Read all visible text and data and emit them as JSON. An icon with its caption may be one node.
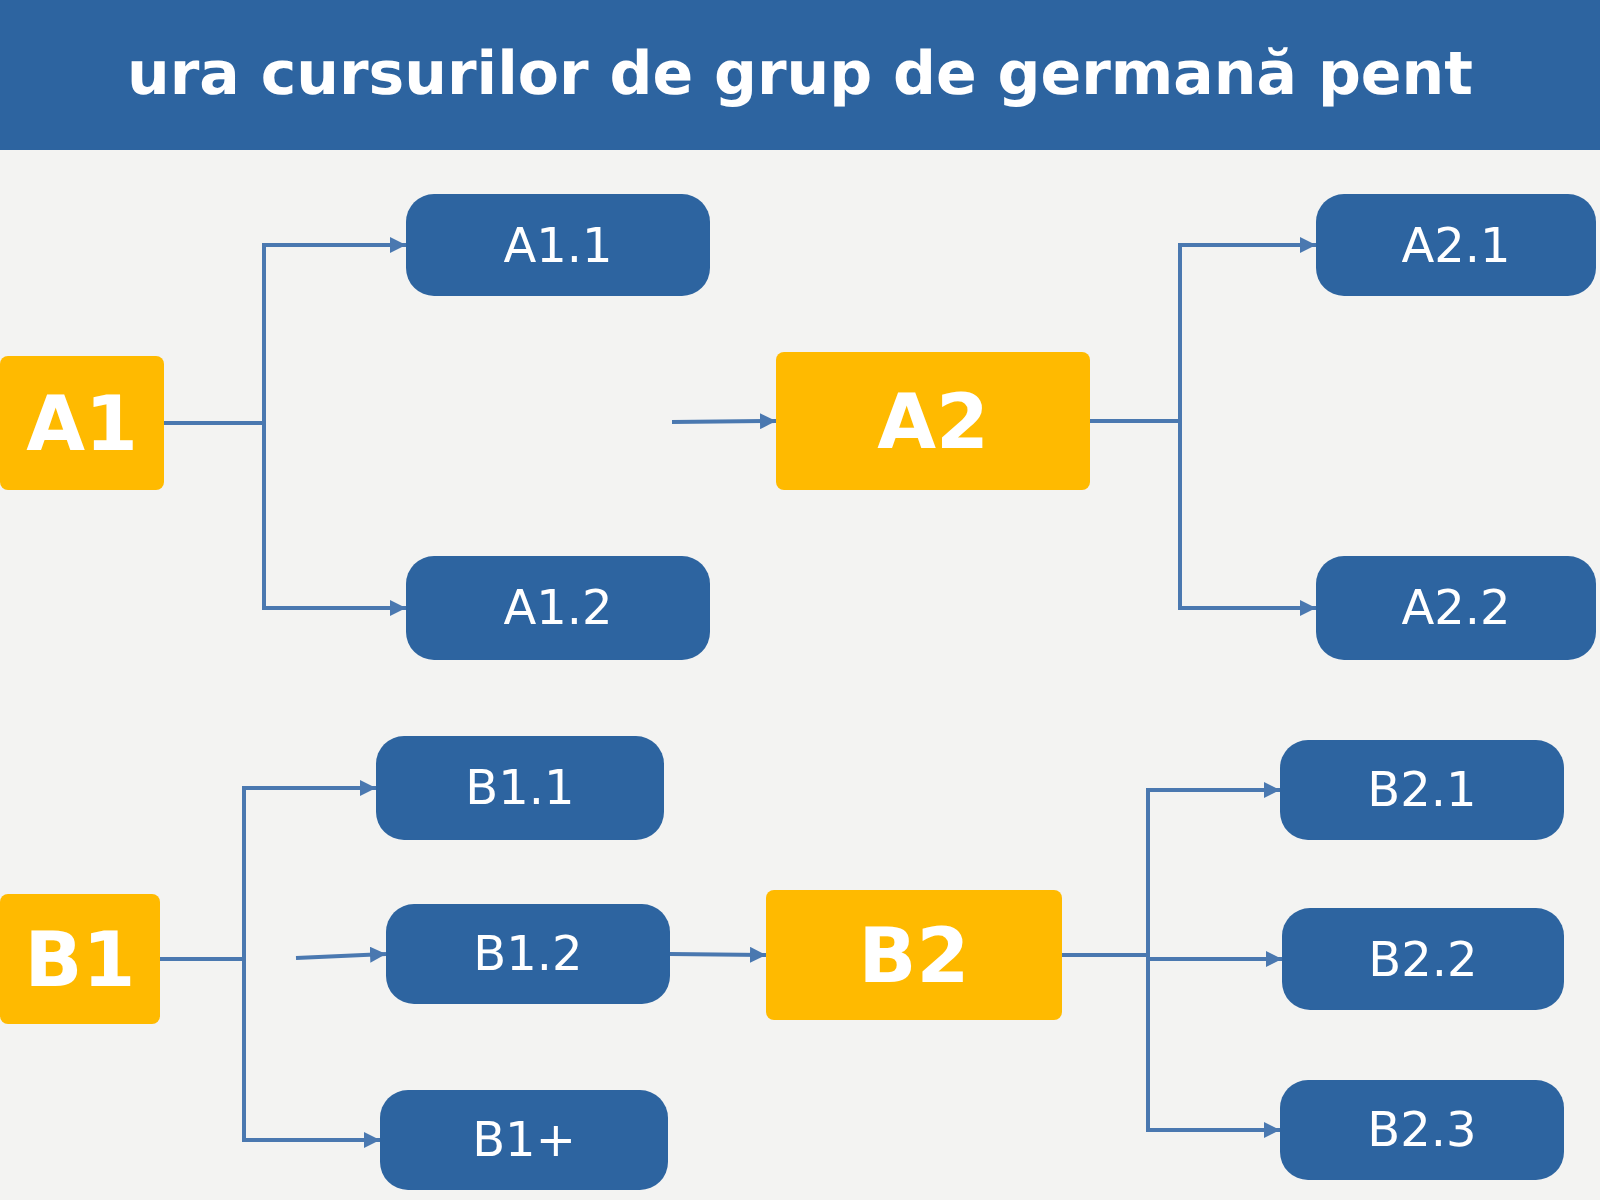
{
  "diagram": {
    "title": "ura cursurilor de grup de germană pent",
    "nodes": [
      {
        "text": [
          "A1"
        ]
      },
      {
        "text": [
          "A1.1"
        ]
      },
      {
        "text": [
          "A1.2"
        ]
      },
      {
        "text": [
          "A2"
        ]
      },
      {
        "text": [
          "A2.1"
        ]
      },
      {
        "text": [
          "A2.2"
        ]
      },
      {
        "text": [
          "B1"
        ]
      },
      {
        "text": [
          "B1.1"
        ]
      },
      {
        "text": [
          "B1.2"
        ]
      },
      {
        "text": [
          "B1+"
        ]
      },
      {
        "text": [
          "B2"
        ]
      },
      {
        "text": [
          "B2.1"
        ]
      },
      {
        "text": [
          "B2.2"
        ]
      },
      {
        "text": [
          "B2.3"
        ]
      }
    ],
    "edges": [
      {
        "from": 0,
        "to": 1,
        "arrow": "to"
      },
      {
        "from": 0,
        "to": 2,
        "arrow": "to"
      },
      {
        "from": null,
        "to": 3,
        "arrow": "to"
      },
      {
        "from": 3,
        "to": 4,
        "arrow": "to"
      },
      {
        "from": 3,
        "to": 5,
        "arrow": "to"
      },
      {
        "from": 6,
        "to": 7,
        "arrow": "to"
      },
      {
        "from": null,
        "to": 8,
        "arrow": "to"
      },
      {
        "from": 6,
        "to": 9,
        "arrow": "to"
      },
      {
        "from": 8,
        "to": 10,
        "arrow": "to"
      },
      {
        "from": 10,
        "to": 11,
        "arrow": "to"
      },
      {
        "from": 10,
        "to": 12,
        "arrow": "to"
      },
      {
        "from": 10,
        "to": 13,
        "arrow": "to"
      }
    ]
  }
}
